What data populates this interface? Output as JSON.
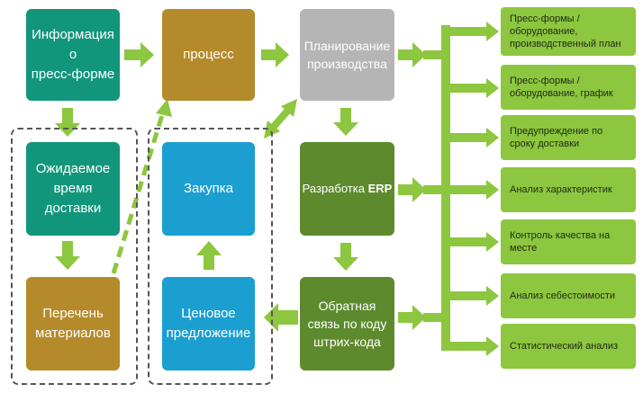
{
  "colors": {
    "teal": "#11967b",
    "gold": "#b58a2a",
    "gray": "#b5b5b5",
    "darkgreen": "#5e8a2e",
    "blue": "#1a9fd0",
    "lightgreen": "#8dc63f",
    "arrow": "#8dc63f",
    "dash": "#555555"
  },
  "nodes": {
    "info": "Информация\nо\nпресс-форме",
    "process": "процесс",
    "planning": "Планирование\nпроизводства",
    "expected": "Ожидаемое\nвремя\nдоставки",
    "purchase": "Закупка",
    "erp_text": "Разработка ",
    "erp_bold": "ERP",
    "materials": "Перечень\nматериалов",
    "price": "Ценовое\nпредложение",
    "feedback": "Обратная\nсвязь по коду\nштрих-кода"
  },
  "outputs": [
    "Пресс-формы /\nоборудование,\nпроизводственный план",
    "Пресс-формы /\nоборудование, график",
    "Предупреждение по\nсроку доставки",
    "Анализ характеристик",
    "Контроль качества на\nместе",
    "Анализ себестоимости",
    "Статистический анализ"
  ]
}
